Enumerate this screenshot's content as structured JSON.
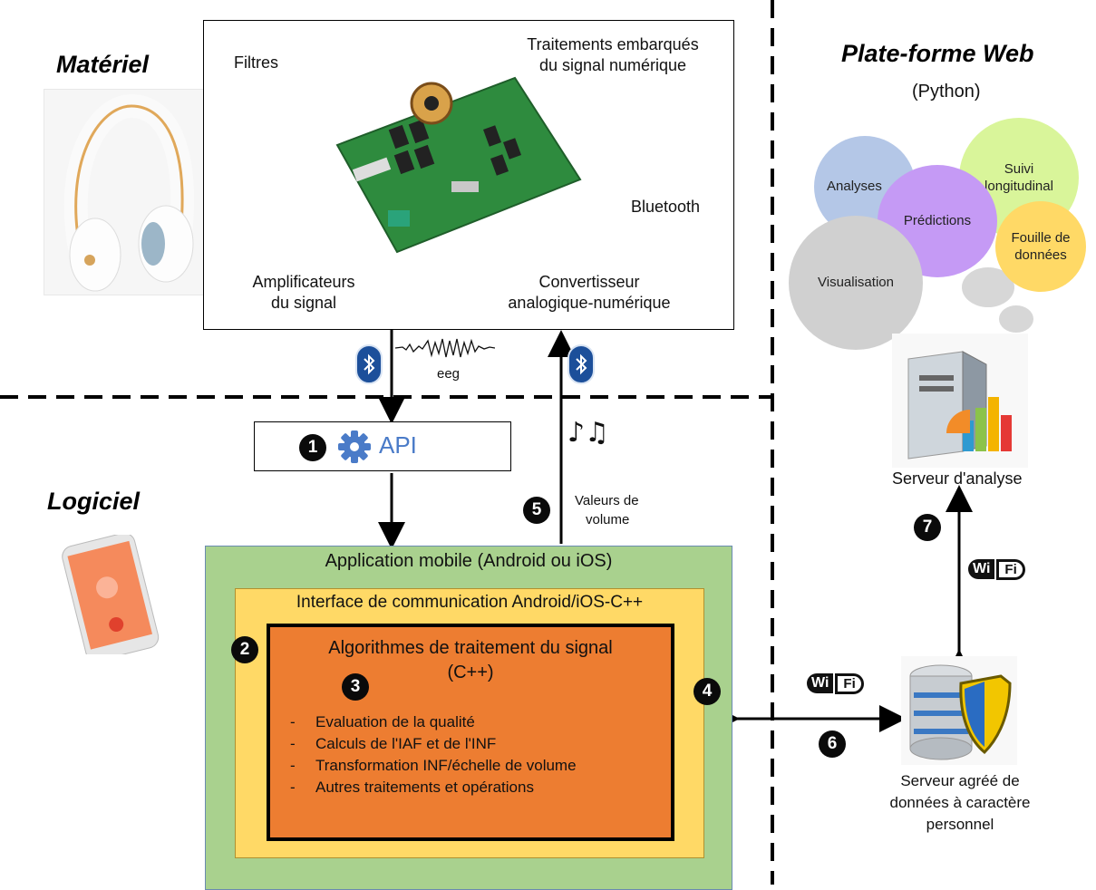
{
  "sections": {
    "hardware": "Matériel",
    "software": "Logiciel",
    "web_title": "Plate-forme Web",
    "web_sub": "(Python)"
  },
  "board": {
    "filters": "Filtres",
    "embedded": [
      "Traitements embarqués",
      "du signal numérique"
    ],
    "bluetooth": "Bluetooth",
    "amplifiers": [
      "Amplificateurs",
      "du signal"
    ],
    "converter": [
      "Convertisseur",
      "analogique-numérique"
    ]
  },
  "eeg_label": "eeg",
  "api": {
    "number": "1",
    "label": "API"
  },
  "volume": {
    "number": "5",
    "label": [
      "Valeurs de",
      "volume"
    ]
  },
  "mobile_app": {
    "title": "Application mobile (Android ou iOS)",
    "interface": "Interface de communication Android/iOS-C++",
    "algo_title": [
      "Algorithmes de traitement du signal",
      "(C++)"
    ],
    "algo_items": [
      "Evaluation de la qualité",
      "Calculs de l'IAF et de l'INF",
      "Transformation INF/échelle de volume",
      "Autres traitements et opérations"
    ],
    "n2": "2",
    "n3": "3",
    "n4": "4"
  },
  "bubbles": {
    "analyses": "Analyses",
    "predictions": "Prédictions",
    "suivi": [
      "Suivi",
      "longitudinal"
    ],
    "fouille": [
      "Fouille de",
      "données"
    ],
    "visualisation": "Visualisation"
  },
  "analysis_server": "Serveur d'analyse",
  "data_server": [
    "Serveur agréé de",
    "données à caractère",
    "personnel"
  ],
  "numbers": {
    "n6": "6",
    "n7": "7"
  },
  "wifi": {
    "wi": "Wi",
    "fi": "Fi"
  },
  "colors": {
    "app_green": "#a9d18e",
    "interface_yellow": "#ffd966",
    "algo_orange": "#ed7d31",
    "bubble_blue": "#b4c7e7",
    "bubble_purple": "#c59af5",
    "bubble_green": "#d9f59a",
    "bubble_yellow": "#ffd966",
    "bubble_gray": "#d0d0d0"
  }
}
